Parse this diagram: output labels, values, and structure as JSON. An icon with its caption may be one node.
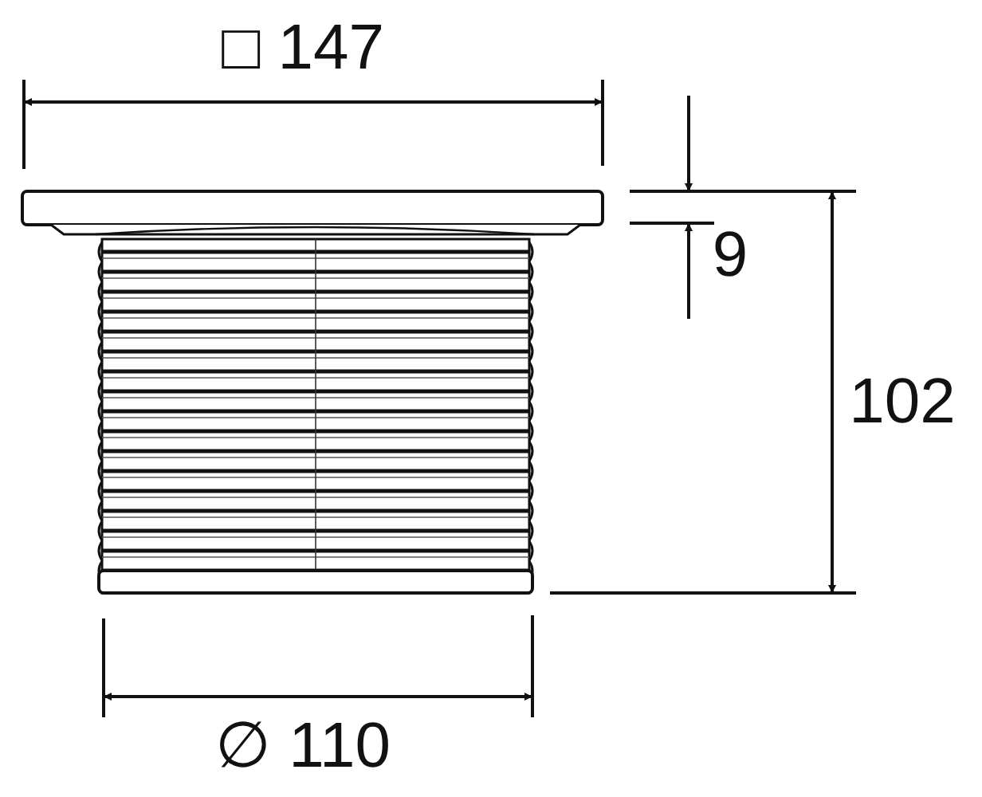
{
  "diagram": {
    "labels": [
      "□ 147",
      "9",
      "102",
      "∅ 110"
    ]
  }
}
